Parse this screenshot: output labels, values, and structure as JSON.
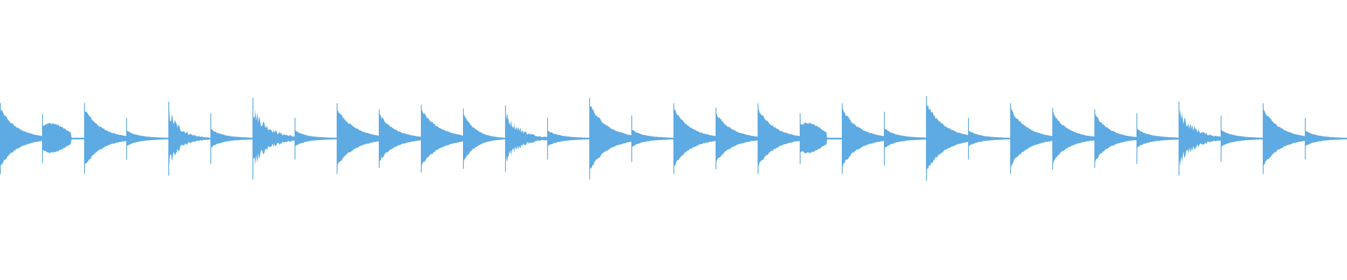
{
  "waveform": {
    "color": "#5eaae3",
    "background": "#ffffff",
    "hits": [
      {
        "a": 0.46,
        "d": 0.55,
        "t": "smooth"
      },
      {
        "a": 0.32,
        "d": 0.35,
        "t": "swell"
      },
      {
        "a": 0.46,
        "d": 0.55,
        "t": "smooth"
      },
      {
        "a": 0.27,
        "d": 0.18,
        "t": "ring"
      },
      {
        "a": 0.48,
        "d": 0.3,
        "t": "spiky"
      },
      {
        "a": 0.33,
        "d": 0.15,
        "t": "ring"
      },
      {
        "a": 0.53,
        "d": 0.5,
        "t": "spiky"
      },
      {
        "a": 0.27,
        "d": 0.15,
        "t": "ring"
      },
      {
        "a": 0.46,
        "d": 0.6,
        "t": "smooth"
      },
      {
        "a": 0.38,
        "d": 0.5,
        "t": "smooth"
      },
      {
        "a": 0.44,
        "d": 0.65,
        "t": "smooth"
      },
      {
        "a": 0.39,
        "d": 0.3,
        "t": "smooth"
      },
      {
        "a": 0.43,
        "d": 0.45,
        "t": "spiky"
      },
      {
        "a": 0.27,
        "d": 0.2,
        "t": "ring"
      },
      {
        "a": 0.53,
        "d": 0.6,
        "t": "smooth"
      },
      {
        "a": 0.3,
        "d": 0.18,
        "t": "ring"
      },
      {
        "a": 0.46,
        "d": 0.55,
        "t": "smooth"
      },
      {
        "a": 0.4,
        "d": 0.5,
        "t": "smooth"
      },
      {
        "a": 0.46,
        "d": 0.55,
        "t": "smooth"
      },
      {
        "a": 0.33,
        "d": 0.3,
        "t": "swell"
      },
      {
        "a": 0.46,
        "d": 0.55,
        "t": "smooth"
      },
      {
        "a": 0.35,
        "d": 0.15,
        "t": "ring"
      },
      {
        "a": 0.55,
        "d": 0.6,
        "t": "smooth"
      },
      {
        "a": 0.27,
        "d": 0.18,
        "t": "ring"
      },
      {
        "a": 0.46,
        "d": 0.55,
        "t": "smooth"
      },
      {
        "a": 0.4,
        "d": 0.5,
        "t": "smooth"
      },
      {
        "a": 0.38,
        "d": 0.45,
        "t": "smooth"
      },
      {
        "a": 0.33,
        "d": 0.2,
        "t": "ring"
      },
      {
        "a": 0.48,
        "d": 0.5,
        "t": "spiky"
      },
      {
        "a": 0.3,
        "d": 0.18,
        "t": "ring"
      },
      {
        "a": 0.46,
        "d": 0.55,
        "t": "smooth"
      },
      {
        "a": 0.27,
        "d": 0.18,
        "t": "ring"
      }
    ]
  }
}
